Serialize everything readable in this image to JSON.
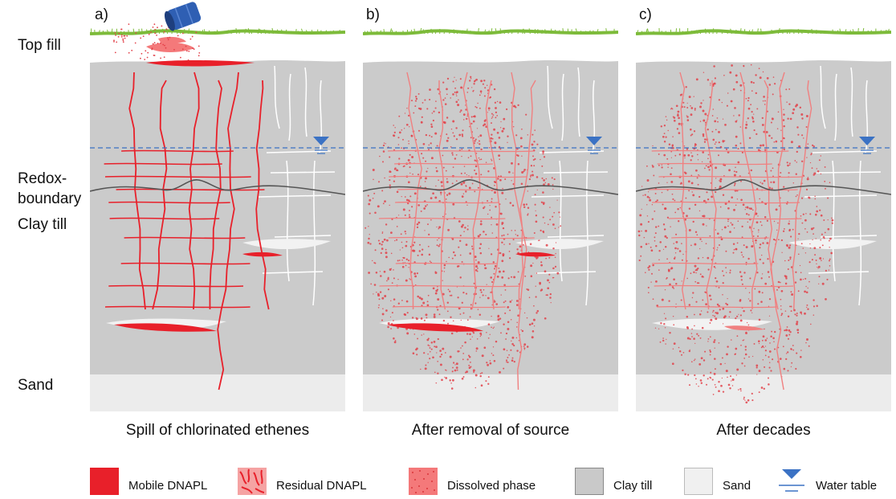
{
  "side_labels": {
    "top_fill": "Top fill",
    "redox_line1": "Redox-",
    "redox_line2": "boundary",
    "clay_till": "Clay till",
    "sand": "Sand"
  },
  "panels": [
    {
      "letter": "a)",
      "caption": "Spill of chlorinated ethenes"
    },
    {
      "letter": "b)",
      "caption": "After removal of source"
    },
    {
      "letter": "c)",
      "caption": "After decades"
    }
  ],
  "legend": {
    "mobile": "Mobile DNAPL",
    "residual": "Residual DNAPL",
    "dissolved": "Dissolved phase",
    "clay": "Clay till",
    "sand": "Sand",
    "water": "Water table"
  },
  "colors": {
    "clay": "#cbcbcb",
    "sand": "#ececec",
    "mobile": "#e8202a",
    "residual": "#f08080",
    "dissolved": "#f4797a",
    "water_table": "#3b72c4",
    "grass": "#7dbb3a",
    "redox_line": "#555555"
  }
}
